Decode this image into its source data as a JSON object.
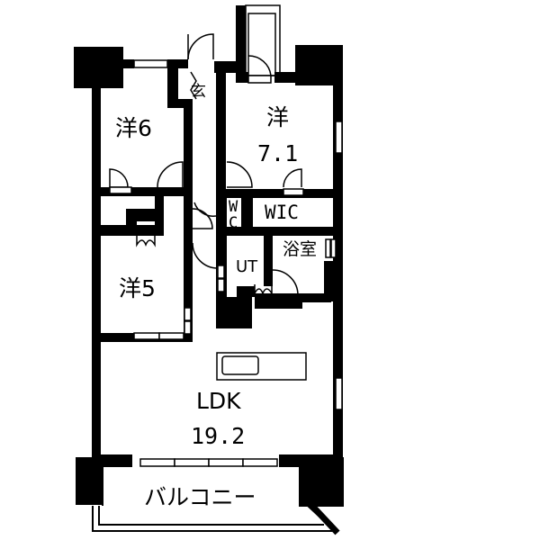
{
  "floorplan": {
    "rooms": [
      {
        "id": "western-6",
        "label": "洋6",
        "type": "洋室 (Western room)",
        "area_jo": 6
      },
      {
        "id": "western-7",
        "label": "洋",
        "area": "7.1",
        "type": "洋室 (Western room)",
        "area_jo": 7.1
      },
      {
        "id": "western-5",
        "label": "洋5",
        "type": "洋室 (Western room)",
        "area_jo": 5
      },
      {
        "id": "ldk",
        "label": "LDK",
        "area": "19.2",
        "type": "Living Dining Kitchen",
        "area_jo": 19.2
      },
      {
        "id": "entrance",
        "label": "玄",
        "type": "玄関 (Entrance)"
      },
      {
        "id": "wc",
        "label_top": "W",
        "label_bottom": "C",
        "type": "Toilet"
      },
      {
        "id": "wic",
        "label": "WIC",
        "type": "Walk-in closet"
      },
      {
        "id": "bathroom",
        "label": "浴室",
        "type": "Bathroom"
      },
      {
        "id": "utility",
        "label": "UT",
        "type": "Utility"
      },
      {
        "id": "balcony",
        "label": "バルコニー",
        "type": "Balcony"
      }
    ],
    "colors": {
      "wall": "#000000",
      "background": "#ffffff",
      "line": "#000000"
    }
  }
}
